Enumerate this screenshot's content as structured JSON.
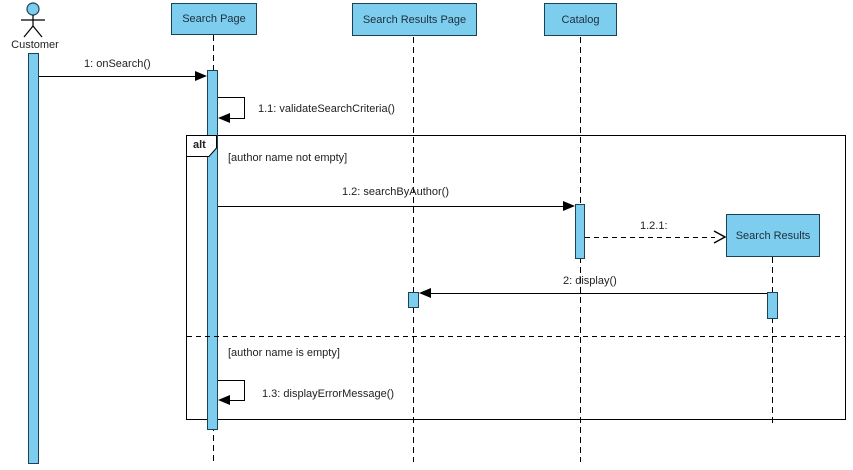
{
  "actor": {
    "label": "Customer"
  },
  "lifelines": {
    "search_page": {
      "label": "Search Page"
    },
    "search_results_page": {
      "label": "Search Results Page"
    },
    "catalog": {
      "label": "Catalog"
    },
    "search_results": {
      "label": "Search Results"
    }
  },
  "fragment": {
    "operator": "alt",
    "guard_not_empty": "[author name not empty]",
    "guard_empty": "[author name is empty]"
  },
  "messages": {
    "on_search": "1: onSearch()",
    "validate": "1.1: validateSearchCriteria()",
    "search_by_author": "1.2: searchByAuthor()",
    "create_results": "1.2.1:",
    "display": "2: display()",
    "display_error": "1.3: displayErrorMessage()"
  },
  "colors": {
    "element_fill": "#7DCDEF",
    "element_border": "#1B4257",
    "line": "#000000",
    "background": "#FFFFFF"
  }
}
